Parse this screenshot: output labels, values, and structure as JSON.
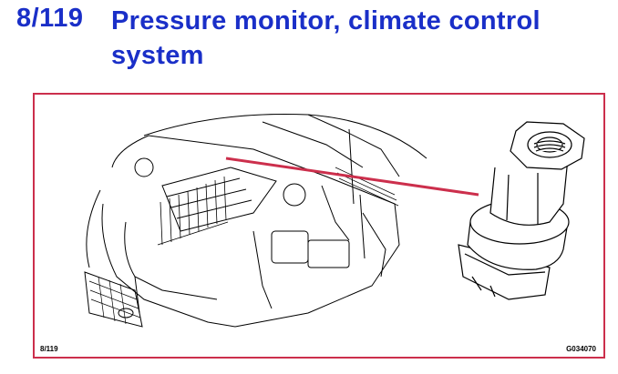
{
  "header": {
    "number": "8/119",
    "title": "Pressure monitor, climate control system"
  },
  "figure": {
    "page_ref": "8/119",
    "image_code": "G034070",
    "pointer_color": "#cc2f4c",
    "content": "engine-bay-line-drawing-with-pressure-sensor"
  }
}
